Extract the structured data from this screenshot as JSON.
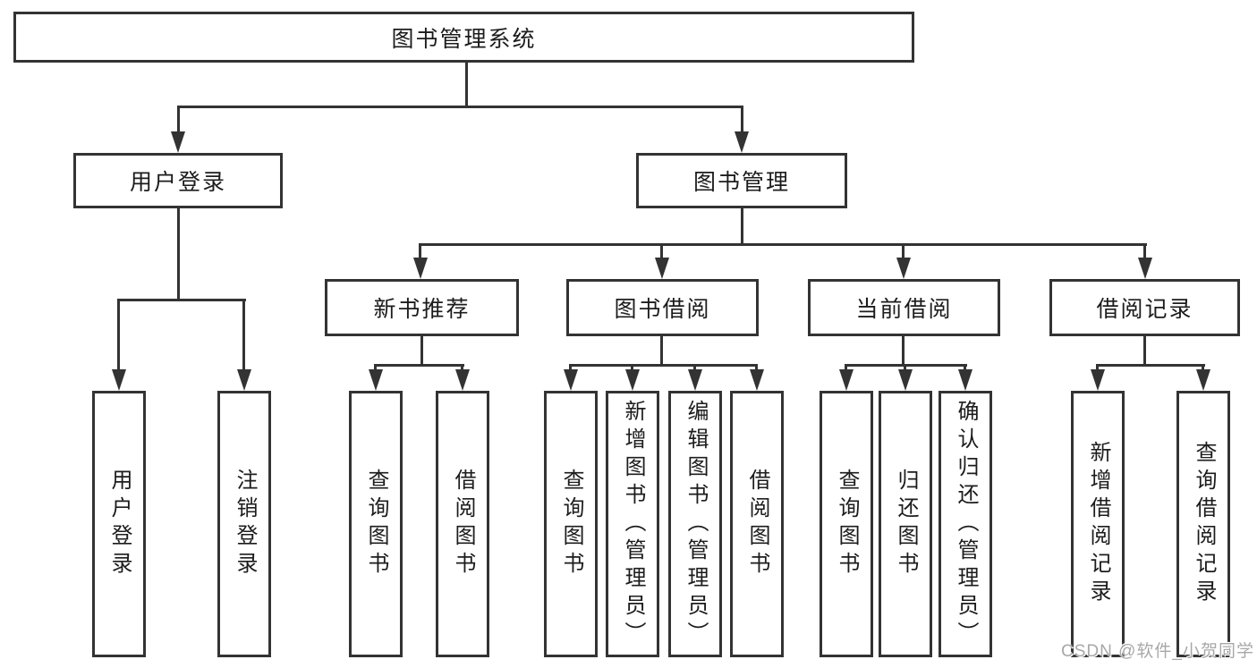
{
  "colors": {
    "line": "#333333",
    "box_border": "#333333",
    "text": "#1c1c1c",
    "background": "#ffffff",
    "watermark": "#a8a8a8"
  },
  "diagram": {
    "root": {
      "label": "图书管理系统"
    },
    "level2": [
      {
        "label": "用户登录"
      },
      {
        "label": "图书管理"
      }
    ],
    "level3": [
      {
        "label": "新书推荐"
      },
      {
        "label": "图书借阅"
      },
      {
        "label": "当前借阅"
      },
      {
        "label": "借阅记录"
      }
    ],
    "leaves": {
      "user_login": [
        {
          "label": "用户登录"
        },
        {
          "label": "注销登录"
        }
      ],
      "new_book_recommend": [
        {
          "label": "查询图书"
        },
        {
          "label": "借阅图书"
        }
      ],
      "book_borrow": [
        {
          "label": "查询图书"
        },
        {
          "label": "新增图书（管理员）"
        },
        {
          "label": "编辑图书（管理员）"
        },
        {
          "label": "借阅图书"
        }
      ],
      "current_borrow": [
        {
          "label": "查询图书"
        },
        {
          "label": "归还图书"
        },
        {
          "label": "确认归还（管理员）"
        }
      ],
      "borrow_record": [
        {
          "label": "新增借阅记录"
        },
        {
          "label": "查询借阅记录"
        }
      ]
    }
  },
  "watermark": {
    "text": "CSDN @软件_小贺同学"
  }
}
